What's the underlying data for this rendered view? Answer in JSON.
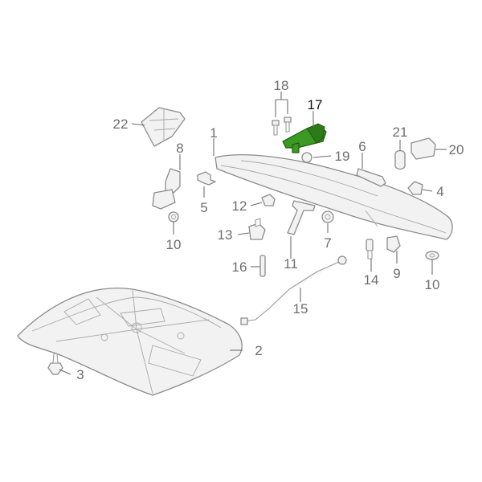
{
  "callouts": {
    "c1": "1",
    "c2": "2",
    "c3": "3",
    "c4": "4",
    "c5": "5",
    "c6": "6",
    "c7": "7",
    "c8": "8",
    "c9": "9",
    "c10a": "10",
    "c10b": "10",
    "c11": "11",
    "c12": "12",
    "c13": "13",
    "c14": "14",
    "c15": "15",
    "c16": "16",
    "c17": "17",
    "c18": "18",
    "c19": "19",
    "c20": "20",
    "c21": "21",
    "c22": "22"
  },
  "colors": {
    "highlight": "#3a9a22",
    "line": "#8c8c8c",
    "label": "#6e6e6e",
    "label_active": "#111111"
  },
  "active_part": "17"
}
